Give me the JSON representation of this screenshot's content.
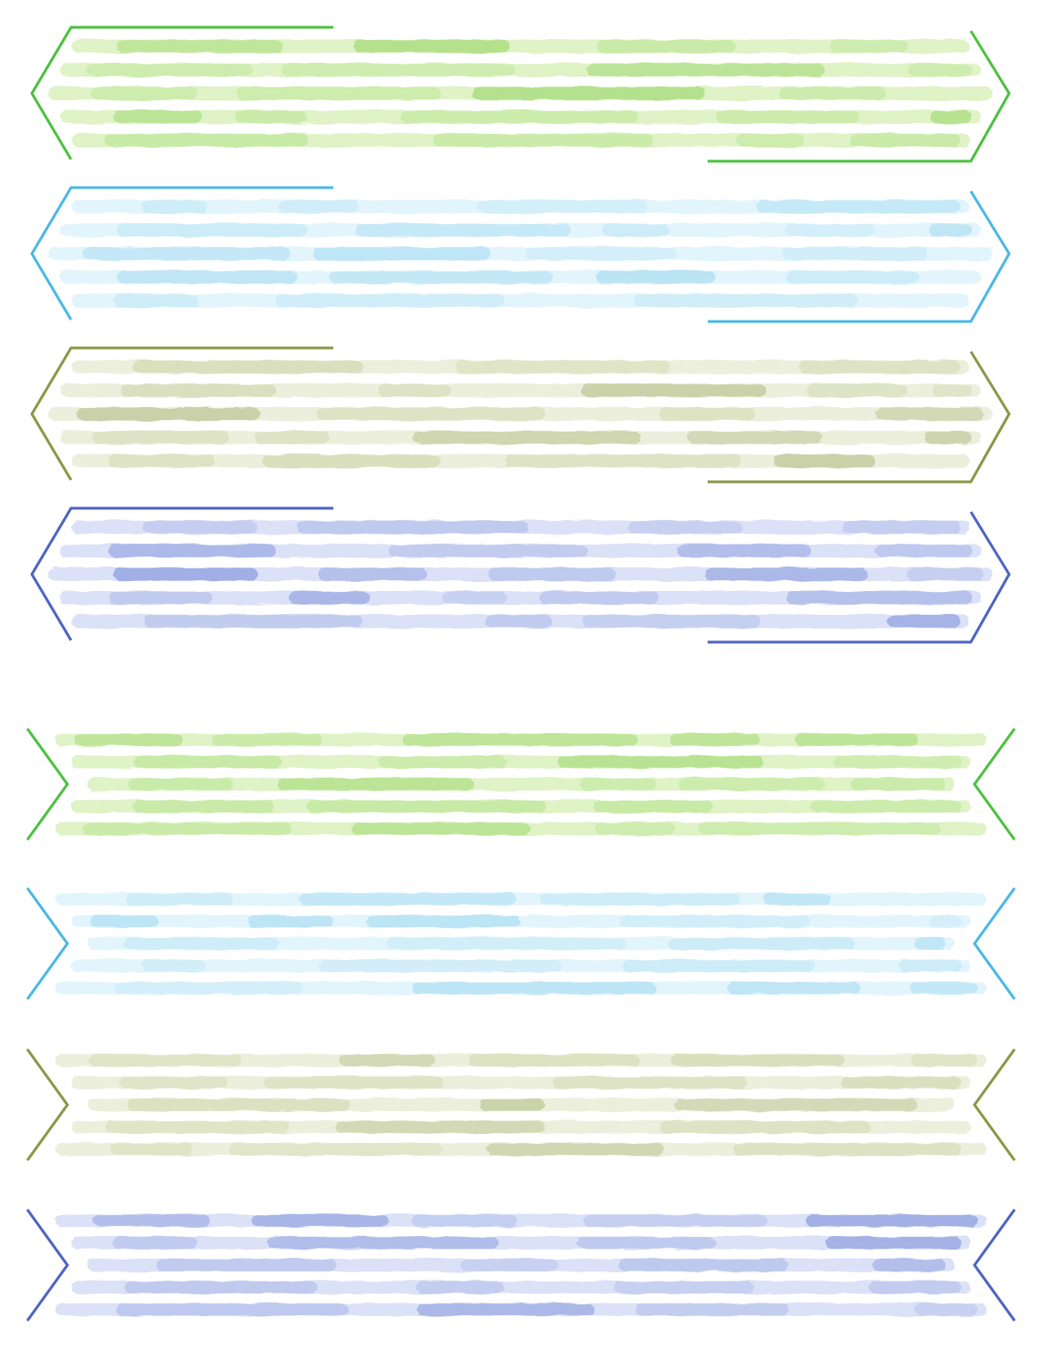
{
  "palette": {
    "green": {
      "line": "#4cc13f",
      "light": "#dff3c6",
      "mid": "#bfe79b",
      "dark": "#8fd25a"
    },
    "sky": {
      "line": "#4bb8e6",
      "light": "#e3f5fc",
      "mid": "#c4e9f7",
      "dark": "#8fd2ef"
    },
    "olive": {
      "line": "#8a9847",
      "light": "#ecefdc",
      "mid": "#d4dbb4",
      "dark": "#a8b476"
    },
    "blue": {
      "line": "#4e64c2",
      "light": "#dbe1f6",
      "mid": "#b3c0ec",
      "dark": "#6d83d6"
    }
  },
  "banners": [
    {
      "style": "hexagon-bracket",
      "color": "green"
    },
    {
      "style": "hexagon-bracket",
      "color": "sky"
    },
    {
      "style": "hexagon-bracket",
      "color": "olive"
    },
    {
      "style": "hexagon-bracket",
      "color": "blue"
    },
    {
      "style": "swallowtail",
      "color": "green"
    },
    {
      "style": "swallowtail",
      "color": "sky"
    },
    {
      "style": "swallowtail",
      "color": "olive"
    },
    {
      "style": "swallowtail",
      "color": "blue"
    }
  ]
}
